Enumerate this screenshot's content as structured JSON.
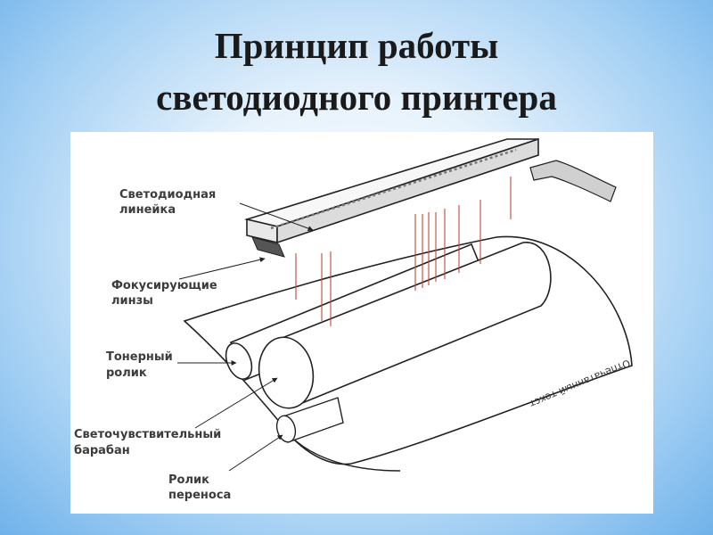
{
  "title": {
    "line1": "Принцип работы",
    "line2": "светодиодного принтера"
  },
  "labels": {
    "led_line": [
      "Светодиодная",
      "линейка"
    ],
    "focus_lenses": [
      "Фокусирующие",
      "линзы"
    ],
    "toner_roller": [
      "Тонерный",
      "ролик"
    ],
    "drum": [
      "Светочувствительный",
      "барабан"
    ],
    "transfer_roller": [
      "Ролик",
      "переноса"
    ],
    "printed_text": "Отпечатанный текст"
  },
  "colors": {
    "beam": "#c0463a",
    "stroke": "#222222",
    "label": "#3c3c3c"
  }
}
